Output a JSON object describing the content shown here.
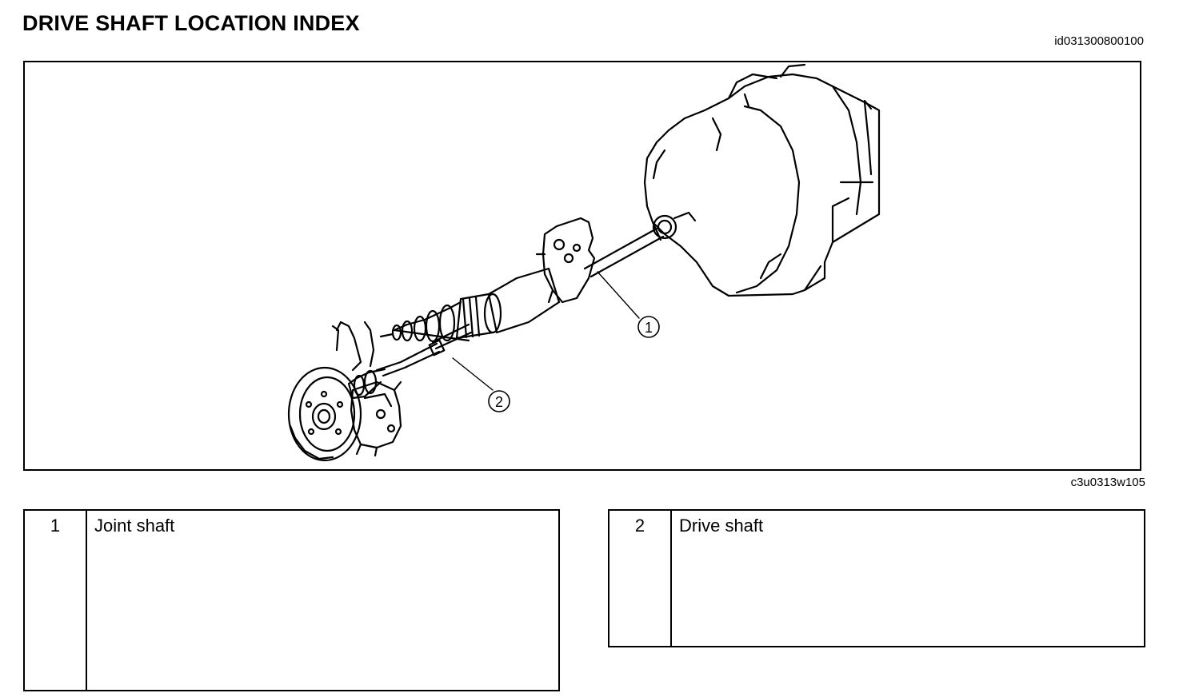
{
  "page": {
    "title": "DRIVE SHAFT LOCATION INDEX",
    "doc_id": "id031300800100"
  },
  "figure": {
    "code": "c3u0313w105",
    "callouts": [
      "1",
      "2"
    ]
  },
  "legend": [
    {
      "number": "1",
      "name": "Joint shaft"
    },
    {
      "number": "2",
      "name": "Drive shaft"
    }
  ]
}
